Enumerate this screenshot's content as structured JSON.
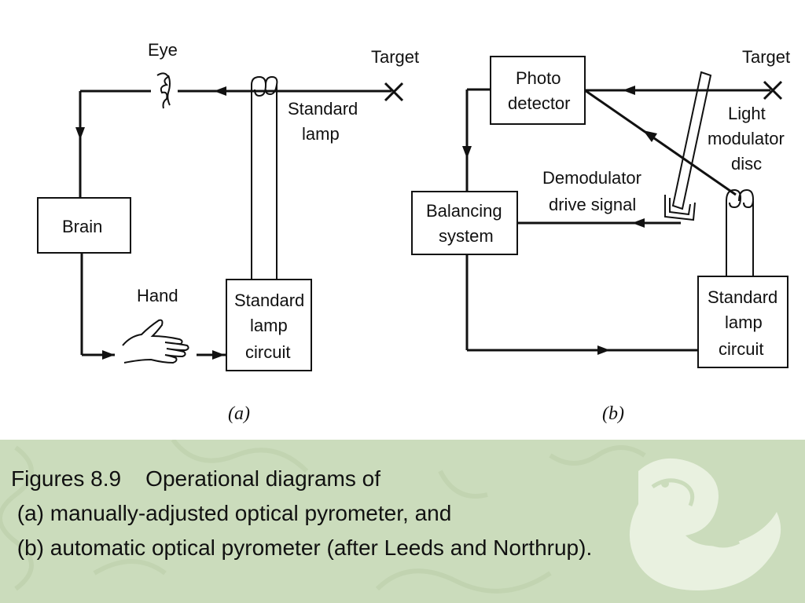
{
  "diagram_a": {
    "eye_label": "Eye",
    "target_label": "Target",
    "standard_lamp_label_1": "Standard",
    "standard_lamp_label_2": "lamp",
    "brain_label": "Brain",
    "hand_label": "Hand",
    "circuit_label_1": "Standard",
    "circuit_label_2": "lamp",
    "circuit_label_3": "circuit",
    "sublabel": "(a)"
  },
  "diagram_b": {
    "photo_detector_1": "Photo",
    "photo_detector_2": "detector",
    "target_label": "Target",
    "light_modulator_1": "Light",
    "light_modulator_2": "modulator",
    "light_modulator_3": "disc",
    "demodulator_1": "Demodulator",
    "demodulator_2": "drive signal",
    "balancing_1": "Balancing",
    "balancing_2": "system",
    "circuit_label_1": "Standard",
    "circuit_label_2": "lamp",
    "circuit_label_3": "circuit",
    "sublabel": "(b)"
  },
  "caption": {
    "line1": "Figures 8.9    Operational diagrams of",
    "line2": " (a) manually-adjusted optical pyrometer, and",
    "line3": " (b) automatic optical pyrometer (after Leeds and Northrup)."
  },
  "colors": {
    "caption_background": "#cbdcbc",
    "line": "#111111"
  }
}
